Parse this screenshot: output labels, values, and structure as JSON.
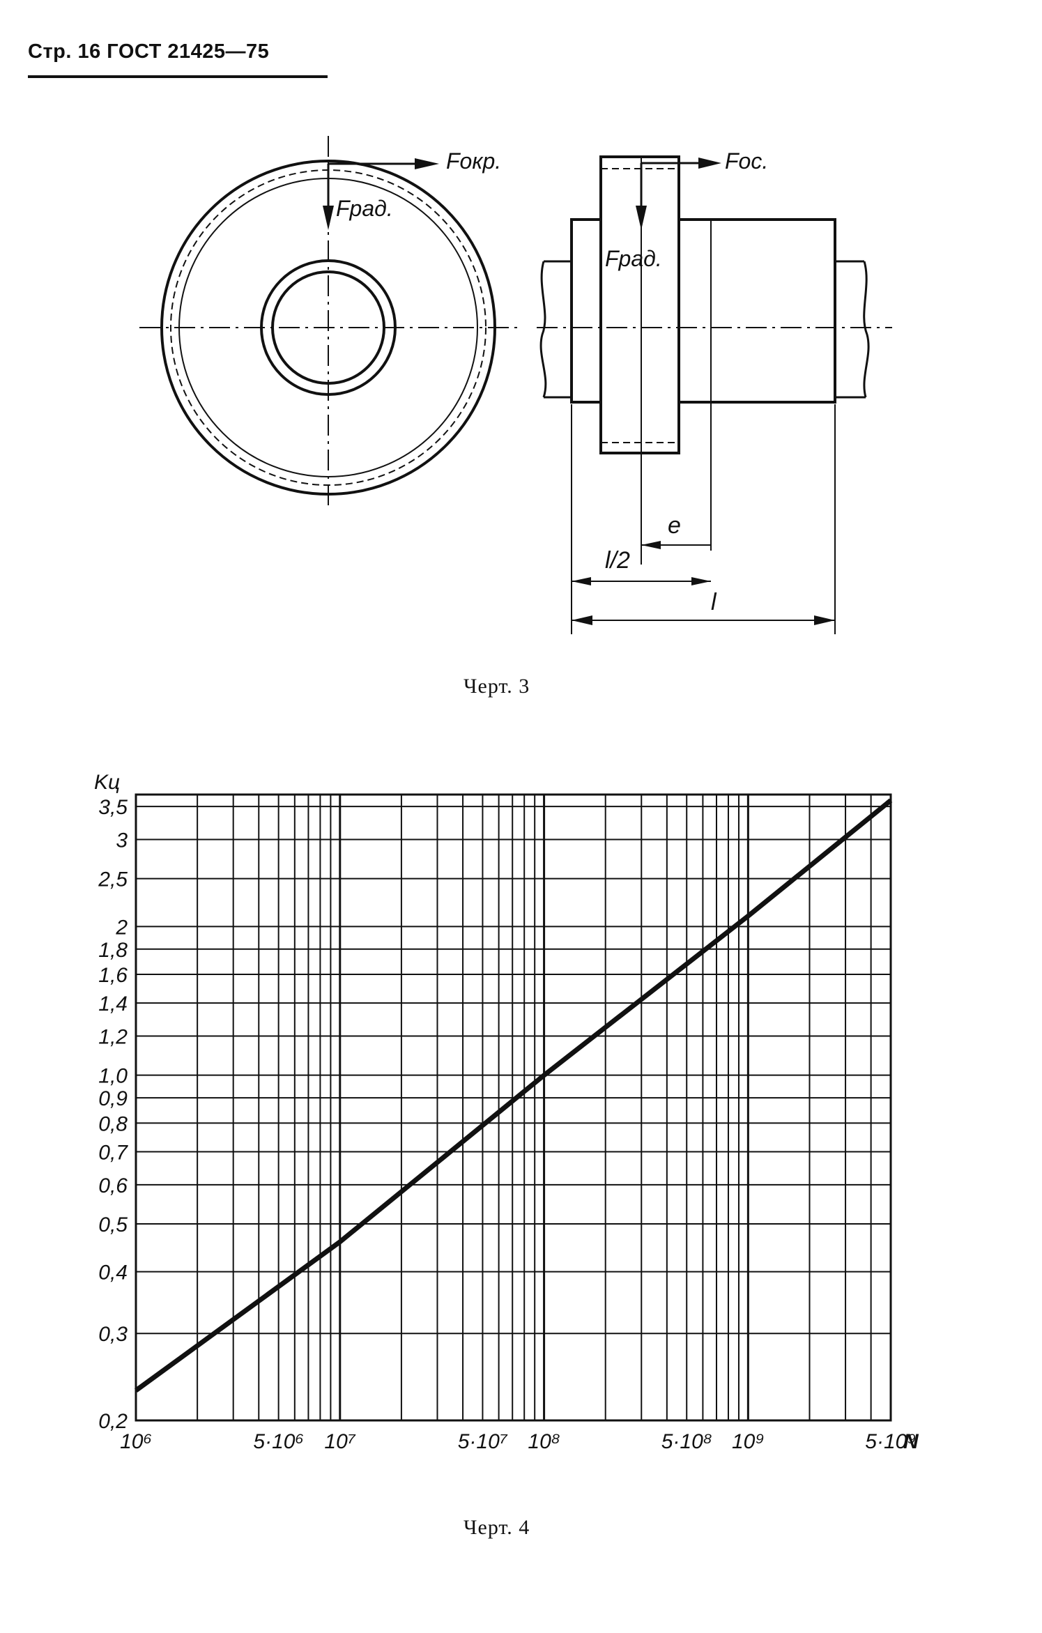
{
  "page": {
    "header": "Стр. 16 ГОСТ 21425—75"
  },
  "figure3": {
    "caption": "Черт. 3",
    "labels": {
      "f_okr": "Fокр.",
      "f_rad_left": "Fрад.",
      "f_os": "Fос.",
      "f_rad_right": "Fрад.",
      "e": "e",
      "l_half": "l/2",
      "l": "l"
    }
  },
  "figure4": {
    "caption": "Черт. 4"
  },
  "chart_data": {
    "type": "line",
    "xscale": "log",
    "yscale": "log",
    "xlim": [
      1000000,
      5000000000
    ],
    "ylim": [
      0.2,
      3.7
    ],
    "ylabel": "Kц",
    "xlabel": "N",
    "x_ticks": [
      {
        "value": 1000000,
        "label": "10⁶"
      },
      {
        "value": 5000000,
        "label": "5·10⁶"
      },
      {
        "value": 10000000,
        "label": "10⁷"
      },
      {
        "value": 50000000,
        "label": "5·10⁷"
      },
      {
        "value": 100000000,
        "label": "10⁸"
      },
      {
        "value": 500000000,
        "label": "5·10⁸"
      },
      {
        "value": 1000000000,
        "label": "10⁹"
      },
      {
        "value": 5000000000,
        "label": "5·10⁹"
      }
    ],
    "y_ticks": [
      {
        "value": 0.2,
        "label": "0,2"
      },
      {
        "value": 0.3,
        "label": "0,3"
      },
      {
        "value": 0.4,
        "label": "0,4"
      },
      {
        "value": 0.5,
        "label": "0,5"
      },
      {
        "value": 0.6,
        "label": "0,6"
      },
      {
        "value": 0.7,
        "label": "0,7"
      },
      {
        "value": 0.8,
        "label": "0,8"
      },
      {
        "value": 0.9,
        "label": "0,9"
      },
      {
        "value": 1.0,
        "label": "1,0"
      },
      {
        "value": 1.2,
        "label": "1,2"
      },
      {
        "value": 1.4,
        "label": "1,4"
      },
      {
        "value": 1.6,
        "label": "1,6"
      },
      {
        "value": 1.8,
        "label": "1,8"
      },
      {
        "value": 2.0,
        "label": "2"
      },
      {
        "value": 2.5,
        "label": "2,5"
      },
      {
        "value": 3.0,
        "label": "3"
      },
      {
        "value": 3.5,
        "label": "3,5"
      }
    ],
    "grid": true,
    "series": [
      {
        "points": [
          {
            "x": 1000000,
            "y": 0.23
          },
          {
            "x": 10000000,
            "y": 0.46
          },
          {
            "x": 100000000,
            "y": 1.0
          },
          {
            "x": 1000000000,
            "y": 2.1
          },
          {
            "x": 5000000000,
            "y": 3.6
          }
        ]
      }
    ]
  }
}
